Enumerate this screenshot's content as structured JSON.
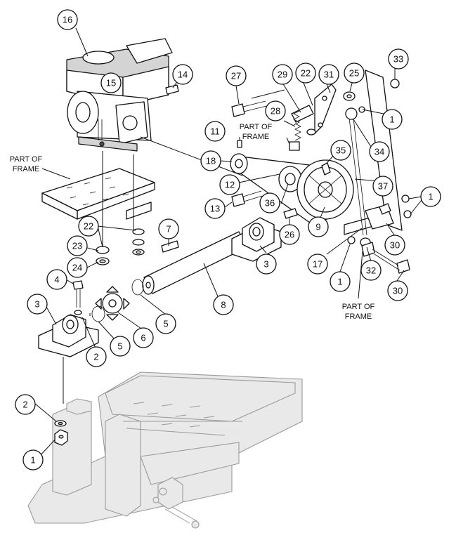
{
  "diagram": {
    "callouts": [
      {
        "id": "c16",
        "label": "16"
      },
      {
        "id": "c15",
        "label": "15"
      },
      {
        "id": "c14",
        "label": "14"
      },
      {
        "id": "c27",
        "label": "27"
      },
      {
        "id": "c29",
        "label": "29"
      },
      {
        "id": "c22a",
        "label": "22"
      },
      {
        "id": "c31",
        "label": "31"
      },
      {
        "id": "c25",
        "label": "25"
      },
      {
        "id": "c33",
        "label": "33"
      },
      {
        "id": "c28",
        "label": "28"
      },
      {
        "id": "c1a",
        "label": "1"
      },
      {
        "id": "c11",
        "label": "11"
      },
      {
        "id": "c35",
        "label": "35"
      },
      {
        "id": "c34",
        "label": "34"
      },
      {
        "id": "c18",
        "label": "18"
      },
      {
        "id": "c37",
        "label": "37"
      },
      {
        "id": "c12",
        "label": "12"
      },
      {
        "id": "c1b",
        "label": "1"
      },
      {
        "id": "c13",
        "label": "13"
      },
      {
        "id": "c36",
        "label": "36"
      },
      {
        "id": "c22b",
        "label": "22"
      },
      {
        "id": "c7",
        "label": "7"
      },
      {
        "id": "c26",
        "label": "26"
      },
      {
        "id": "c9",
        "label": "9"
      },
      {
        "id": "c30a",
        "label": "30"
      },
      {
        "id": "c23",
        "label": "23"
      },
      {
        "id": "c3a",
        "label": "3"
      },
      {
        "id": "c17",
        "label": "17"
      },
      {
        "id": "c24",
        "label": "24"
      },
      {
        "id": "c1c",
        "label": "1"
      },
      {
        "id": "c32",
        "label": "32"
      },
      {
        "id": "c4",
        "label": "4"
      },
      {
        "id": "c30b",
        "label": "30"
      },
      {
        "id": "c8",
        "label": "8"
      },
      {
        "id": "c3b",
        "label": "3"
      },
      {
        "id": "c5a",
        "label": "5"
      },
      {
        "id": "c6",
        "label": "6"
      },
      {
        "id": "c5b",
        "label": "5"
      },
      {
        "id": "c2a",
        "label": "2"
      },
      {
        "id": "c2b",
        "label": "2"
      },
      {
        "id": "c1d",
        "label": "1"
      }
    ],
    "notes": {
      "part_of_frame_left": [
        "PART OF",
        "FRAME"
      ],
      "part_of_frame_top": [
        "PART OF",
        "FRAME"
      ],
      "part_of_frame_bottom": [
        "PART OF",
        "FRAME"
      ]
    }
  }
}
